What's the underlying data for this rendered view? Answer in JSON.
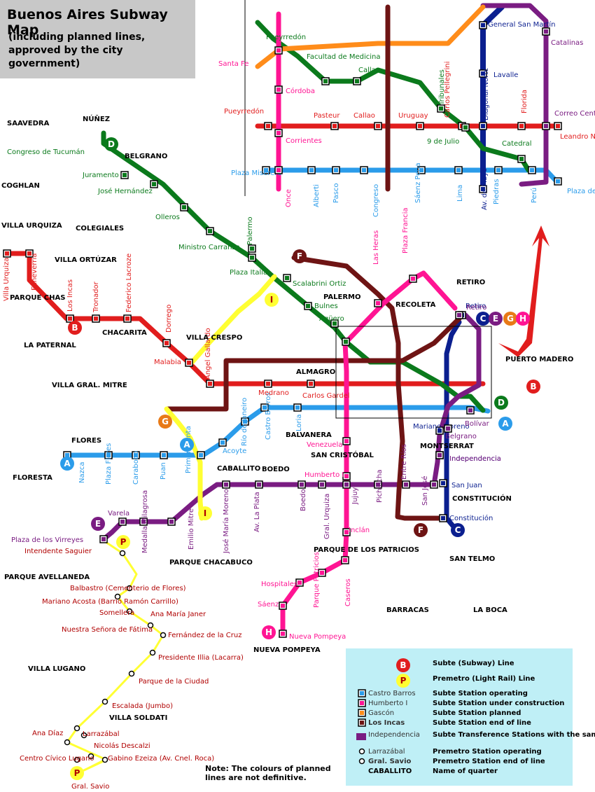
{
  "title": "Buenos Aires Subway Map",
  "subtitle": "(including planned lines,\napproved by the city\ngovernment)",
  "note": "Note: The colours of planned\nlines are not definitive.",
  "colors": {
    "A": "#2b9cea",
    "B": "#e11d1d",
    "C": "#0b1f8f",
    "D": "#0b7a1c",
    "E": "#7a1c82",
    "F": "#ff8c1a",
    "G": "#6e1414",
    "H": "#ff1493",
    "I": "#ffff33",
    "P": "#ffff33"
  },
  "lines": [
    {
      "id": "A",
      "letter": "A",
      "color": "#2b9cea"
    },
    {
      "id": "B",
      "letter": "B",
      "color": "#e11d1d"
    },
    {
      "id": "C",
      "letter": "C",
      "color": "#0b1f8f"
    },
    {
      "id": "D",
      "letter": "D",
      "color": "#0b7a1c"
    },
    {
      "id": "E",
      "letter": "E",
      "color": "#7a1c82"
    },
    {
      "id": "F",
      "letter": "F",
      "color": "#6e1414"
    },
    {
      "id": "G",
      "letter": "G",
      "color": "#e87a17"
    },
    {
      "id": "H",
      "letter": "H",
      "color": "#ff1493"
    },
    {
      "id": "I",
      "letter": "I",
      "color": "#ffff33"
    },
    {
      "id": "P",
      "letter": "P",
      "color": "#ffff33"
    }
  ],
  "quarters": [
    "SAAVEDRA",
    "NÚÑEZ",
    "BELGRANO",
    "COGHLAN",
    "VILLA URQUIZA",
    "COLEGIALES",
    "VILLA ORTÚZAR",
    "PARQUE CHAS",
    "LA PATERNAL",
    "CHACARITA",
    "VILLA CRESPO",
    "PALERMO",
    "RECOLETA",
    "RETIRO",
    "PUERTO MADERO",
    "VILLA GRAL. MITRE",
    "ALMAGRO",
    "FLORES",
    "FLORESTA",
    "CABALLITO",
    "BOEDO",
    "BALVANERA",
    "SAN CRISTÓBAL",
    "MONTSERRAT",
    "CONSTITUCIÓN",
    "SAN TELMO",
    "PARQUE CHACABUCO",
    "PARQUE AVELLANEDA",
    "PARQUE DE LOS PATRICIOS",
    "BARRACAS",
    "LA BOCA",
    "NUEVA POMPEYA",
    "VILLA LUGANO",
    "VILLA SOLDATI"
  ],
  "stations": {
    "A": [
      "Nazca",
      "Plaza Flores",
      "Carabobo",
      "Puan",
      "Primera Junta",
      "Acoyte",
      "Río de Janeiro",
      "Castro Barros",
      "Loria",
      "Plaza Miserere",
      "Alberti",
      "Pasco",
      "Congreso",
      "Sáenz Peña",
      "Lima",
      "Piedras",
      "Perú",
      "Plaza de Mayo"
    ],
    "B": [
      "Villa Urquiza",
      "Echeverría",
      "Los Incas",
      "Tronador",
      "Federico Lacroze",
      "Dorrego",
      "Malabia",
      "Angel Gallardo",
      "Medrano",
      "Carlos Gardel",
      "Pueyrredón",
      "Pasteur",
      "Callao",
      "Uruguay",
      "Carlos Pellegrini",
      "Florida",
      "Leandro N. Alem"
    ],
    "C": [
      "Retiro",
      "General San Martín",
      "Lavalle",
      "Diagonal Norte",
      "Av. de Mayo",
      "Mariano Moreno",
      "Independencia",
      "San Juan",
      "Constitución"
    ],
    "D": [
      "Congreso de Tucumán",
      "Juramento",
      "José Hernández",
      "Olleros",
      "Ministro Carranza",
      "Palermo",
      "Plaza Italia",
      "Scalabrini Ortiz",
      "Bulnes",
      "Agüero",
      "Pueyrredón",
      "Facultad de Medicina",
      "Callao",
      "Tribunales",
      "9 de Julio",
      "Catedral"
    ],
    "E": [
      "Plaza de los Virreyes",
      "Varela",
      "Medalla Milagrosa",
      "Emilio Mitre",
      "José María Moreno",
      "Av. La Plata",
      "Boedo",
      "Gral. Urquiza",
      "Jujuy",
      "Pichincha",
      "Entre Ríos",
      "San José",
      "Independencia",
      "Belgrano",
      "Bolívar",
      "Correo Central",
      "Catalinas",
      "Retiro"
    ],
    "H": [
      "Nueva Pompeya",
      "Sáenz",
      "Hospitales",
      "Parque Patricios",
      "Caseros",
      "Inclán",
      "Humberto I",
      "Venezuela",
      "Once",
      "Corrientes",
      "Córdoba",
      "Santa Fe",
      "Las Heras",
      "Plaza Francia"
    ],
    "P": [
      "Intendente Saguier",
      "Balbastro (Cementerio de Flores)",
      "Mariano Acosta (Barrio Ramón Carrillo)",
      "Somellera",
      "Ana María Janer",
      "Nuestra Señora de Fátima",
      "Fernández de la Cruz",
      "Presidente Illia (Lacarra)",
      "Parque de la Ciudad",
      "Escalada (Jumbo)",
      "Ana Díaz",
      "Larrazábal",
      "Nicolás Descalzi",
      "Gabino Ezeiza (Av. Cnel. Roca)",
      "Centro Cívico Lugano",
      "Gral. Savio"
    ]
  },
  "legend": [
    {
      "icon": "line-circle-B",
      "text": "Subte (Subway) Line"
    },
    {
      "icon": "line-circle-P",
      "text": "Premetro (Light Rail) Line"
    },
    {
      "icon": "operating-square",
      "sample": "Castro Barros",
      "text": "Subte Station operating"
    },
    {
      "icon": "construction-square",
      "sample": "Humberto I",
      "text": "Subte Station under construction"
    },
    {
      "icon": "planned-square",
      "sample": "Gascón",
      "text": "Subte Station planned"
    },
    {
      "icon": "end-square",
      "sample": "Los Incas",
      "text": "Subte Station end of line"
    },
    {
      "icon": "transfer-bar",
      "sample": "Independencia",
      "text": "Subte Transference Stations with the same name"
    },
    {
      "icon": "premetro-circle",
      "sample": "Larrazábal",
      "text": "Premetro Station operating"
    },
    {
      "icon": "premetro-end-circle",
      "sample": "Gral. Savio",
      "text": "Premetro Station end of line"
    },
    {
      "icon": "quarter-name",
      "sample": "CABALLITO",
      "text": "Name of quarter"
    }
  ]
}
